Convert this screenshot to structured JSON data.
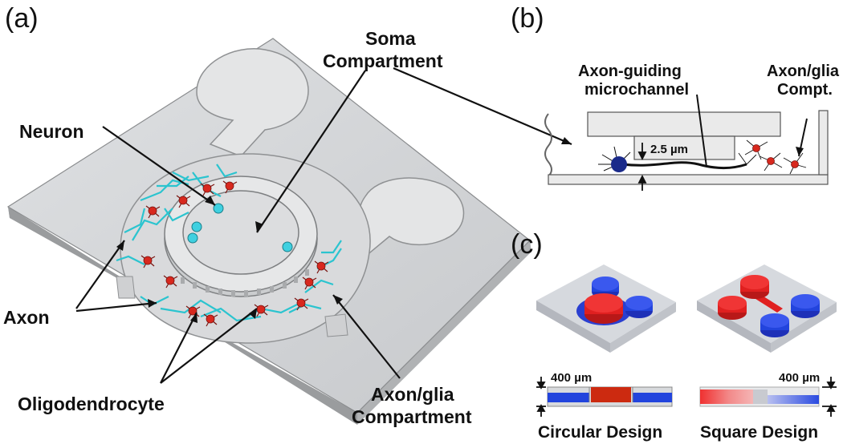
{
  "panels": {
    "a": "(a)",
    "b": "(b)",
    "c": "(c)"
  },
  "labels_a": {
    "soma_line1": "Soma",
    "soma_line2": "Compartment",
    "neuron": "Neuron",
    "axon": "Axon",
    "oligodendrocyte": "Oligodendrocyte",
    "axonglia_line1": "Axon/glia",
    "axonglia_line2": "Compartment"
  },
  "labels_b": {
    "guide_line1": "Axon-guiding",
    "guide_line2": "microchannel",
    "compt_line1": "Axon/glia",
    "compt_line2": "Compt.",
    "height": "2.5 µm"
  },
  "labels_c": {
    "dim_left": "400 µm",
    "dim_right": "400 µm",
    "circular": "Circular Design",
    "square": "Square Design"
  },
  "colors": {
    "device": "#d2d4d6",
    "axon": "#2bc4cf",
    "cell": "#d8281e",
    "neuron_ball": "#3fd0e0",
    "soma_dark": "#1a2a8a",
    "blue": "#2244dd",
    "red": "#e02020"
  }
}
